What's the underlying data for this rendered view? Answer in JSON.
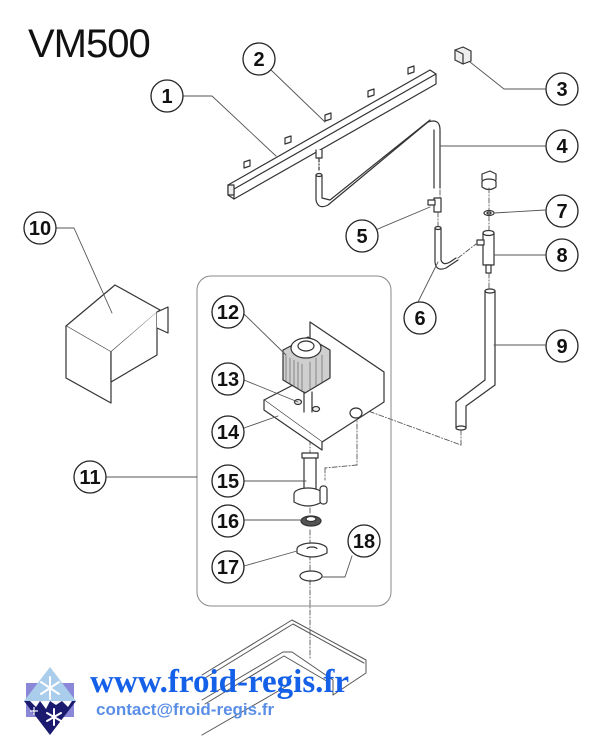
{
  "title": "VM500",
  "callouts": [
    {
      "id": "1",
      "label": "1"
    },
    {
      "id": "2",
      "label": "2"
    },
    {
      "id": "3",
      "label": "3"
    },
    {
      "id": "4",
      "label": "4"
    },
    {
      "id": "5",
      "label": "5"
    },
    {
      "id": "6",
      "label": "6"
    },
    {
      "id": "7",
      "label": "7"
    },
    {
      "id": "8",
      "label": "8"
    },
    {
      "id": "9",
      "label": "9"
    },
    {
      "id": "10",
      "label": "10"
    },
    {
      "id": "11",
      "label": "11"
    },
    {
      "id": "12",
      "label": "12"
    },
    {
      "id": "13",
      "label": "13"
    },
    {
      "id": "14",
      "label": "14"
    },
    {
      "id": "15",
      "label": "15"
    },
    {
      "id": "16",
      "label": "16"
    },
    {
      "id": "17",
      "label": "17"
    },
    {
      "id": "18",
      "label": "18"
    }
  ],
  "branding": {
    "website": "www.froid-regis.fr",
    "email": "contact@froid-regis.fr",
    "logo_icon": "snowflake-diamond-logo",
    "colors": {
      "website": "#1560e8",
      "email": "#5b8fe6",
      "logo_dark": "#1a1a6e",
      "logo_light": "#a9cdea",
      "logo_purple": "#8a86d8"
    }
  }
}
